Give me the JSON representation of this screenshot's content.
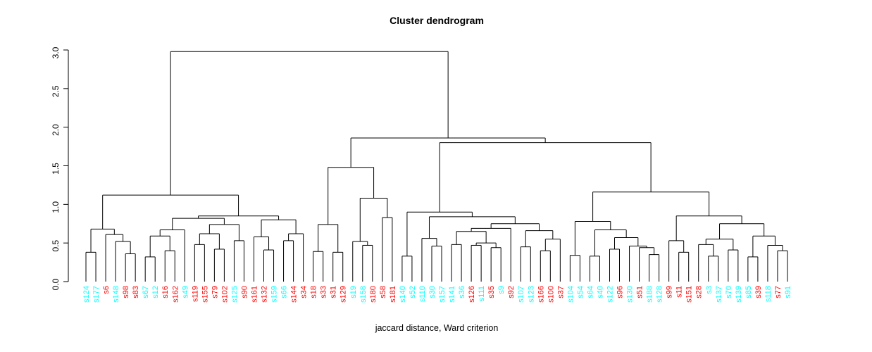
{
  "chart_data": {
    "type": "dendrogram",
    "title": "Cluster dendrogram",
    "xlabel": "jaccard distance, Ward criterion",
    "ylabel": "",
    "ylim": [
      0.0,
      3.0
    ],
    "yticks": [
      "0.0",
      "0.5",
      "1.0",
      "1.5",
      "2.0",
      "2.5",
      "3.0"
    ],
    "grid": false,
    "legend": "none",
    "line_color": "#000000",
    "label_colors": {
      "red": "#FF0000",
      "cyan": "#00FFFF"
    },
    "leaves": [
      {
        "label": "s124",
        "color": "cyan"
      },
      {
        "label": "s177",
        "color": "cyan"
      },
      {
        "label": "s6",
        "color": "red"
      },
      {
        "label": "s148",
        "color": "cyan"
      },
      {
        "label": "s98",
        "color": "red"
      },
      {
        "label": "s83",
        "color": "red"
      },
      {
        "label": "s67",
        "color": "cyan"
      },
      {
        "label": "s12",
        "color": "cyan"
      },
      {
        "label": "s16",
        "color": "red"
      },
      {
        "label": "s162",
        "color": "red"
      },
      {
        "label": "s49",
        "color": "cyan"
      },
      {
        "label": "s119",
        "color": "red"
      },
      {
        "label": "s155",
        "color": "red"
      },
      {
        "label": "s79",
        "color": "red"
      },
      {
        "label": "s102",
        "color": "red"
      },
      {
        "label": "s125",
        "color": "cyan"
      },
      {
        "label": "s90",
        "color": "red"
      },
      {
        "label": "s161",
        "color": "red"
      },
      {
        "label": "s132",
        "color": "red"
      },
      {
        "label": "s159",
        "color": "cyan"
      },
      {
        "label": "s66",
        "color": "cyan"
      },
      {
        "label": "s144",
        "color": "red"
      },
      {
        "label": "s34",
        "color": "red"
      },
      {
        "label": "s18",
        "color": "red"
      },
      {
        "label": "s33",
        "color": "red"
      },
      {
        "label": "s31",
        "color": "red"
      },
      {
        "label": "s129",
        "color": "red"
      },
      {
        "label": "s19",
        "color": "cyan"
      },
      {
        "label": "s158",
        "color": "cyan"
      },
      {
        "label": "s180",
        "color": "red"
      },
      {
        "label": "s58",
        "color": "red"
      },
      {
        "label": "s181",
        "color": "red"
      },
      {
        "label": "s140",
        "color": "cyan"
      },
      {
        "label": "s52",
        "color": "cyan"
      },
      {
        "label": "s110",
        "color": "cyan"
      },
      {
        "label": "s30",
        "color": "cyan"
      },
      {
        "label": "s157",
        "color": "cyan"
      },
      {
        "label": "s141",
        "color": "cyan"
      },
      {
        "label": "s36",
        "color": "cyan"
      },
      {
        "label": "s126",
        "color": "red"
      },
      {
        "label": "s111",
        "color": "cyan"
      },
      {
        "label": "s35",
        "color": "red"
      },
      {
        "label": "s9",
        "color": "cyan"
      },
      {
        "label": "s92",
        "color": "red"
      },
      {
        "label": "s107",
        "color": "cyan"
      },
      {
        "label": "s123",
        "color": "cyan"
      },
      {
        "label": "s166",
        "color": "red"
      },
      {
        "label": "s100",
        "color": "red"
      },
      {
        "label": "s37",
        "color": "red"
      },
      {
        "label": "s104",
        "color": "cyan"
      },
      {
        "label": "s54",
        "color": "cyan"
      },
      {
        "label": "s64",
        "color": "cyan"
      },
      {
        "label": "s40",
        "color": "cyan"
      },
      {
        "label": "s122",
        "color": "cyan"
      },
      {
        "label": "s96",
        "color": "red"
      },
      {
        "label": "s130",
        "color": "cyan"
      },
      {
        "label": "s51",
        "color": "red"
      },
      {
        "label": "s188",
        "color": "cyan"
      },
      {
        "label": "s128",
        "color": "cyan"
      },
      {
        "label": "s99",
        "color": "red"
      },
      {
        "label": "s11",
        "color": "red"
      },
      {
        "label": "s151",
        "color": "red"
      },
      {
        "label": "s28",
        "color": "red"
      },
      {
        "label": "s3",
        "color": "cyan"
      },
      {
        "label": "s137",
        "color": "cyan"
      },
      {
        "label": "s70",
        "color": "cyan"
      },
      {
        "label": "s139",
        "color": "cyan"
      },
      {
        "label": "s85",
        "color": "cyan"
      },
      {
        "label": "s39",
        "color": "red"
      },
      {
        "label": "s118",
        "color": "cyan"
      },
      {
        "label": "s77",
        "color": "red"
      },
      {
        "label": "s91",
        "color": "cyan"
      }
    ],
    "merges": [
      2.98,
      [
        1.12,
        [
          0.68,
          [
            0.38,
            "s124",
            "s177"
          ],
          [
            0.61,
            "s6",
            [
              0.52,
              "s148",
              [
                0.36,
                "s98",
                "s83"
              ]
            ]
          ]
        ],
        [
          0.85,
          [
            0.82,
            [
              0.67,
              [
                0.59,
                [
                  0.32,
                  "s67",
                  "s12"
                ],
                [
                  0.4,
                  "s16",
                  "s162"
                ]
              ],
              "s49"
            ],
            [
              0.74,
              [
                0.62,
                [
                  0.48,
                  "s119",
                  "s155"
                ],
                [
                  0.42,
                  "s79",
                  "s102"
                ]
              ],
              [
                0.53,
                "s125",
                "s90"
              ]
            ]
          ],
          [
            0.8,
            [
              0.58,
              "s161",
              [
                0.41,
                "s132",
                "s159"
              ]
            ],
            [
              0.62,
              [
                0.53,
                "s66",
                "s144"
              ],
              "s34"
            ]
          ]
        ]
      ],
      [
        1.86,
        [
          1.48,
          [
            0.74,
            [
              0.39,
              "s18",
              "s33"
            ],
            [
              0.38,
              "s31",
              "s129"
            ]
          ],
          [
            1.08,
            [
              0.52,
              "s19",
              [
                0.47,
                "s158",
                "s180"
              ]
            ],
            [
              0.83,
              "s58",
              "s181"
            ]
          ]
        ],
        [
          1.8,
          [
            0.9,
            [
              0.33,
              "s140",
              "s52"
            ],
            [
              0.84,
              [
                0.56,
                "s110",
                [
                  0.46,
                  "s30",
                  "s157"
                ]
              ],
              [
                0.75,
                [
                  0.69,
                  [
                    0.65,
                    [
                      0.48,
                      "s141",
                      "s36"
                    ],
                    [
                      0.5,
                      [
                        0.47,
                        "s126",
                        "s111"
                      ],
                      [
                        0.44,
                        "s35",
                        "s9"
                      ]
                    ]
                  ],
                  "s92"
                ],
                [
                  0.66,
                  [
                    0.45,
                    "s107",
                    "s123"
                  ],
                  [
                    0.55,
                    [
                      0.4,
                      "s166",
                      "s100"
                    ],
                    "s37"
                  ]
                ]
              ]
            ]
          ],
          [
            1.16,
            [
              0.78,
              [
                0.34,
                "s104",
                "s54"
              ],
              [
                0.67,
                [
                  0.33,
                  "s64",
                  "s40"
                ],
                [
                  0.57,
                  [
                    0.42,
                    "s122",
                    "s96"
                  ],
                  [
                    0.46,
                    "s130",
                    [
                      0.44,
                      "s51",
                      [
                        0.35,
                        "s188",
                        "s128"
                      ]
                    ]
                  ]
                ]
              ]
            ],
            [
              0.85,
              [
                0.53,
                "s99",
                [
                  0.38,
                  "s11",
                  "s151"
                ]
              ],
              [
                0.75,
                [
                  0.55,
                  [
                    0.48,
                    "s28",
                    [
                      0.33,
                      "s3",
                      "s137"
                    ]
                  ],
                  [
                    0.41,
                    "s70",
                    "s139"
                  ]
                ],
                [
                  0.59,
                  [
                    0.32,
                    "s85",
                    "s39"
                  ],
                  [
                    0.47,
                    "s118",
                    [
                      0.4,
                      "s77",
                      "s91"
                    ]
                  ]
                ]
              ]
            ]
          ]
        ]
      ]
    ]
  }
}
